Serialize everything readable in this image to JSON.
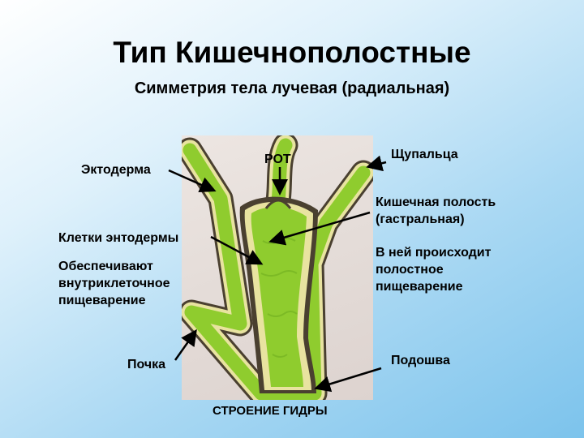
{
  "title": "Тип Кишечнополостные",
  "subtitle": "Симметрия тела лучевая (радиальная)",
  "labels": {
    "ectoderm": "Эктодерма",
    "mouth": "РОТ",
    "tentacles": "Щупальца",
    "gastric_cavity": "Кишечная полость\n(гастральная)",
    "endoderm_cells": "Клетки энтодермы",
    "intracellular": "Обеспечивают\nвнутриклеточное\nпищеварение",
    "cavity_digestion": "В ней происходит\nполостное\nпищеварение",
    "bud": "Почка",
    "sole": "Подошва",
    "caption": "СТРОЕНИЕ ГИДРЫ"
  },
  "colors": {
    "background_light": "#ffffff",
    "background_blue": "#7cc3ec",
    "endoderm_green": "#8fcc2e",
    "ectoderm_yellow": "#e8e3a0",
    "outline_dark": "#4a4030"
  }
}
